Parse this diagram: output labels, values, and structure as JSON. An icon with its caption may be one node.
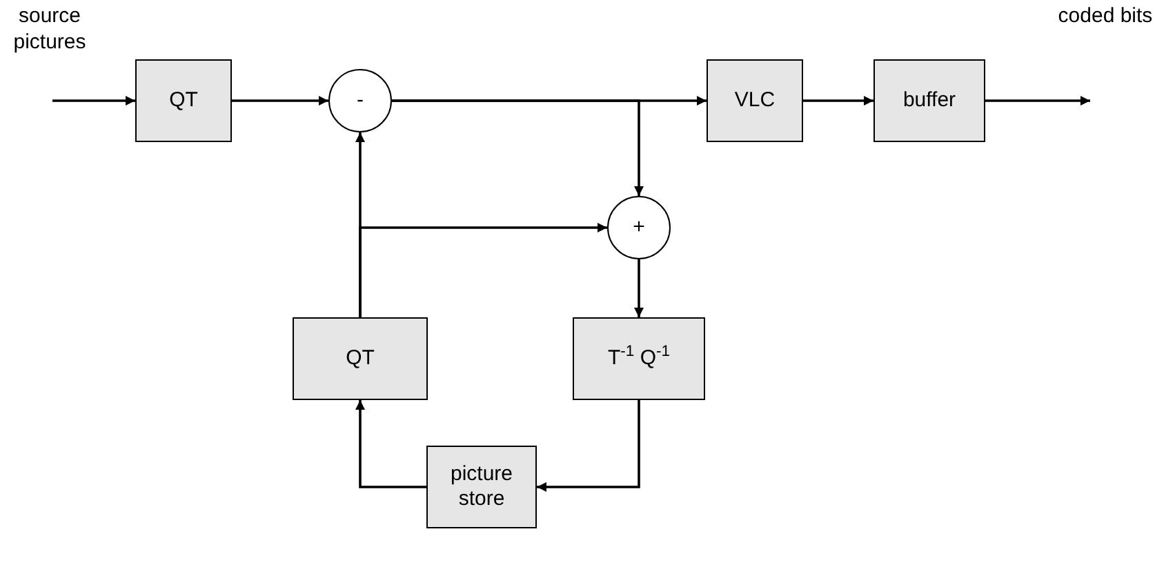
{
  "diagram": {
    "nodes": [
      {
        "text": [
          "QT"
        ]
      },
      {
        "text": [
          "-"
        ]
      },
      {
        "text": [
          "VLC"
        ]
      },
      {
        "text": [
          "buffer"
        ]
      },
      {
        "text": [
          "+"
        ]
      },
      {
        "text": [
          "QT"
        ]
      },
      {
        "text": [
          "T$^{-1}$ Q$^{-1}$"
        ]
      },
      {
        "text": [
          "picture store"
        ]
      }
    ],
    "edges": [
      {
        "from": null,
        "to": 0,
        "arrow": "to"
      },
      {
        "from": 0,
        "to": 1,
        "arrow": "to"
      },
      {
        "from": 1,
        "to": 2,
        "arrow": "to"
      },
      {
        "from": 1,
        "to": 4,
        "arrow": "to"
      },
      {
        "from": 2,
        "to": 3,
        "arrow": "to"
      },
      {
        "from": 3,
        "to": null,
        "arrow": "to"
      },
      {
        "from": 4,
        "to": 6,
        "arrow": "to"
      },
      {
        "from": 6,
        "to": 7,
        "arrow": "to"
      },
      {
        "from": 7,
        "to": 5,
        "arrow": "to"
      },
      {
        "from": 5,
        "to": 1,
        "arrow": "to"
      },
      {
        "from": 5,
        "to": 4,
        "arrow": "to"
      }
    ],
    "labels": [
      "source pictures",
      "coded bits"
    ]
  }
}
